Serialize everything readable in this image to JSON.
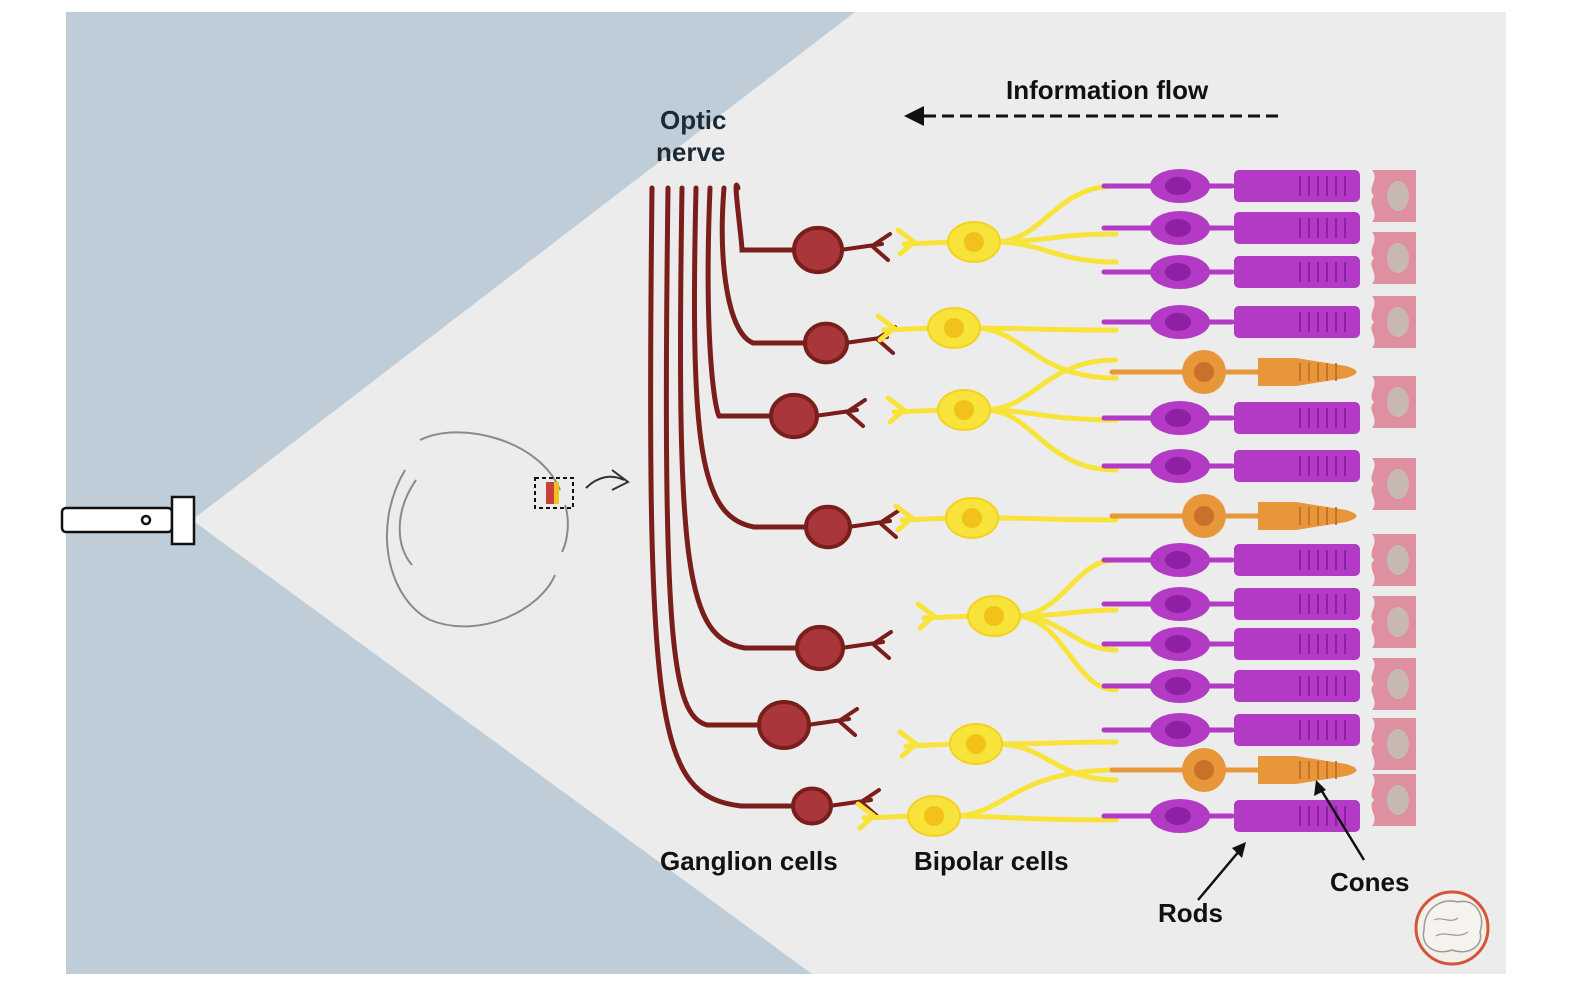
{
  "labels": {
    "information_flow": "Information flow",
    "optic_nerve_line1": "Optic",
    "optic_nerve_line2": "nerve",
    "ganglion_cells": "Ganglion cells",
    "bipolar_cells": "Bipolar cells",
    "rods": "Rods",
    "cones": "Cones"
  },
  "colors": {
    "background_blue": "#bfcdd8",
    "beam_paper": "#ececec",
    "ganglion": "#7a1e1c",
    "ganglion_body": "#a8363a",
    "bipolar": "#f7e33a",
    "bipolar_nucleus": "#f2c21a",
    "rod": "#b33ac4",
    "rod_nucleus": "#8f1fa3",
    "cone": "#e7963a",
    "cone_nucleus": "#c9702a",
    "epithelium": "#de8fa0",
    "epithelium_nucleus": "#c8b8b2"
  },
  "icons": [
    "flashlight-icon",
    "eye-icon",
    "curved-arrow-icon",
    "brain-logo-icon"
  ]
}
